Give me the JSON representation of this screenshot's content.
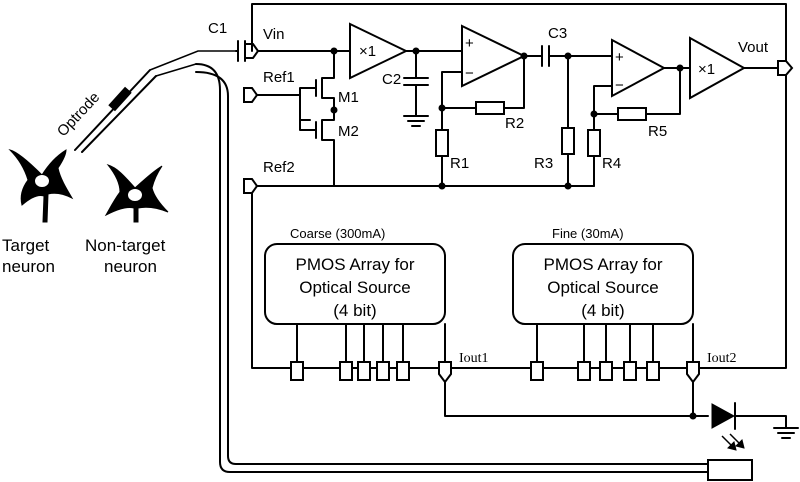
{
  "labels": {
    "c1": "C1",
    "vin": "Vin",
    "ref1": "Ref1",
    "ref2": "Ref2",
    "m1": "M1",
    "m2": "M2",
    "c2": "C2",
    "r1": "R1",
    "r2": "R2",
    "c3": "C3",
    "r3": "R3",
    "r4": "R4",
    "r5": "R5",
    "vout": "Vout",
    "buf1": "×1",
    "buf2": "×1",
    "plus": "+",
    "minus": "−",
    "iout1": "Iout1",
    "iout2": "Iout2",
    "optrode": "Optrode"
  },
  "neurons": {
    "target_line1": "Target",
    "target_line2": "neuron",
    "nontarget_line1": "Non-target",
    "nontarget_line2": "neuron"
  },
  "arrays": {
    "coarse": {
      "header": "Coarse (300mA)",
      "line1": "PMOS Array for",
      "line2": "Optical Source",
      "line3": "(4 bit)"
    },
    "fine": {
      "header": "Fine (30mA)",
      "line1": "PMOS Array for",
      "line2": "Optical Source",
      "line3": "(4 bit)"
    }
  }
}
